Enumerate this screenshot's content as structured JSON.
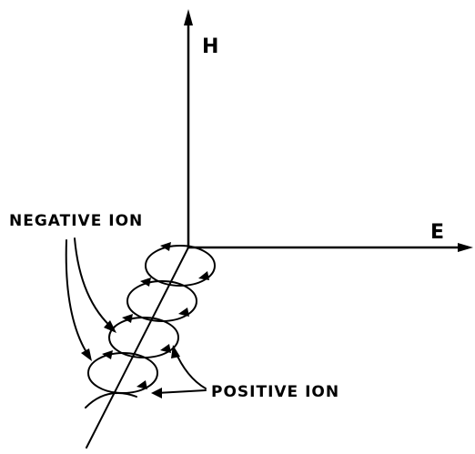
{
  "diagram": {
    "axis_h_label": "H",
    "axis_e_label": "E",
    "negative_ion_label": "NEGATIVE ION",
    "positive_ion_label": "POSITIVE ION"
  }
}
